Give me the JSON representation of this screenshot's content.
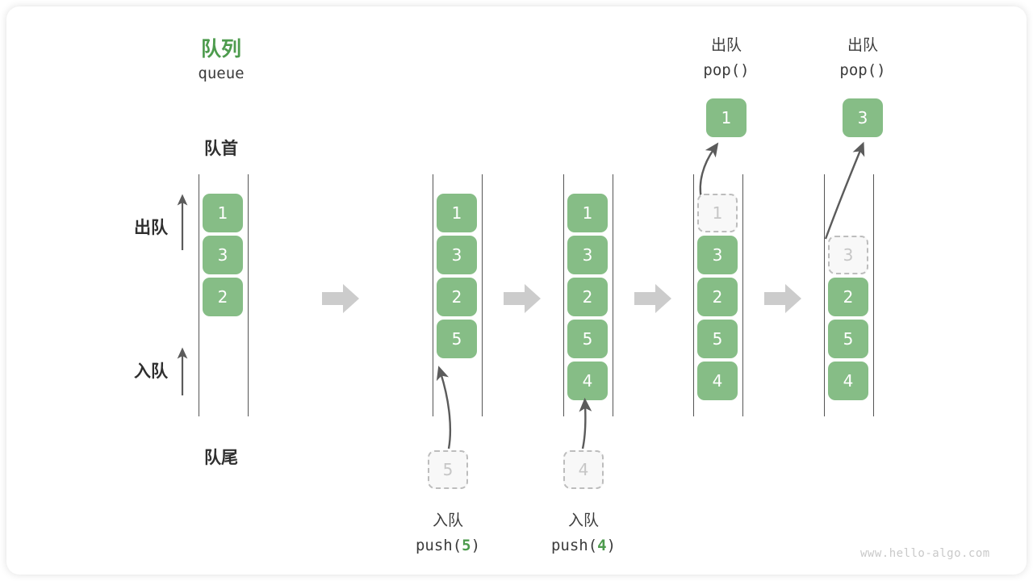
{
  "diagram": {
    "title_cn": "队列",
    "title_en": "queue",
    "watermark": "www.hello-algo.com",
    "colors": {
      "node_fill": "#86bd86",
      "node_text": "#ffffff",
      "accent_green": "#4d9b4d",
      "ghost_fill": "#f8f8f8",
      "ghost_border": "#bdbdbd",
      "ghost_text": "#c6c6c6",
      "rail": "#555555",
      "step_arrow": "#cccccc",
      "label_text": "#2f2f2f"
    },
    "end_labels": {
      "front": "队首",
      "rear": "队尾"
    },
    "side_ops": {
      "dequeue": "出队",
      "enqueue": "入队"
    },
    "columns": [
      {
        "id": "initial",
        "op_cn": "",
        "op_code": "",
        "op_arg": "",
        "items": [
          "1",
          "3",
          "2"
        ],
        "ghost_slot_index": -1,
        "ghost_value": "",
        "popped_value": "",
        "incoming_value": ""
      },
      {
        "id": "push-5",
        "op_cn": "入队",
        "op_code_prefix": "push(",
        "op_arg": "5",
        "op_code_suffix": ")",
        "items": [
          "1",
          "3",
          "2",
          "5"
        ],
        "ghost_slot_index": -1,
        "ghost_value": "",
        "popped_value": "",
        "incoming_value": "5"
      },
      {
        "id": "push-4",
        "op_cn": "入队",
        "op_code_prefix": "push(",
        "op_arg": "4",
        "op_code_suffix": ")",
        "items": [
          "1",
          "3",
          "2",
          "5",
          "4"
        ],
        "ghost_slot_index": -1,
        "ghost_value": "",
        "popped_value": "",
        "incoming_value": "4"
      },
      {
        "id": "pop-1",
        "op_cn": "出队",
        "op_code_prefix": "pop(",
        "op_arg": "",
        "op_code_suffix": ")",
        "items": [
          "3",
          "2",
          "5",
          "4"
        ],
        "ghost_slot_index": 0,
        "ghost_value": "1",
        "popped_value": "1",
        "incoming_value": ""
      },
      {
        "id": "pop-3",
        "op_cn": "出队",
        "op_code_prefix": "pop(",
        "op_arg": "",
        "op_code_suffix": ")",
        "items": [
          "2",
          "5",
          "4"
        ],
        "ghost_slot_index": 1,
        "ghost_value": "3",
        "popped_value": "3",
        "incoming_value": ""
      }
    ]
  }
}
